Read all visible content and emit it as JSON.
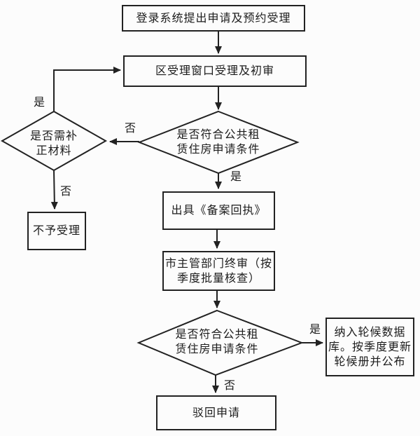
{
  "flowchart": {
    "colors": {
      "line": "#222222",
      "background": "#fcfcfc",
      "text": "#1c1c1c"
    },
    "nodes": {
      "login": {
        "type": "process",
        "label": "登录系统提出申请及预约受理"
      },
      "district_window": {
        "type": "process",
        "label": "区受理窗口受理及初审"
      },
      "supplement_decision": {
        "type": "decision",
        "label": "是否需补\n正材料"
      },
      "eligibility_decision_1": {
        "type": "decision",
        "label": "是否符合公共租\n赁住房申请条件"
      },
      "not_accepted": {
        "type": "process",
        "label": "不予受理"
      },
      "issue_receipt": {
        "type": "process",
        "label": "出具《备案回执》"
      },
      "final_review": {
        "type": "process",
        "label": "市主管部门终审（按\n季度批量核查）"
      },
      "eligibility_decision_2": {
        "type": "decision",
        "label": "是否符合公共租\n赁住房申请条件"
      },
      "waiting_database": {
        "type": "process",
        "label": "纳入轮候数据\n库。按季度更新\n轮候册并公布"
      },
      "reject": {
        "type": "process",
        "label": "驳回申请"
      }
    },
    "edge_labels": {
      "supplement_yes": "是",
      "eligibility1_no": "否",
      "supplement_no": "否",
      "eligibility1_yes": "是",
      "eligibility2_yes": "是",
      "eligibility2_no": "否"
    }
  }
}
